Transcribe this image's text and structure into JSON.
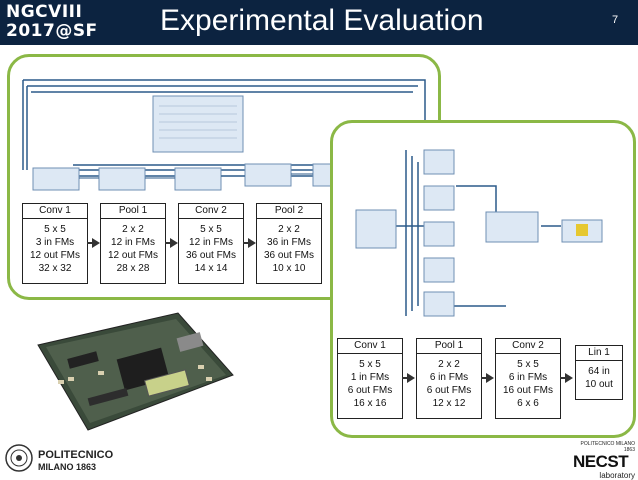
{
  "header": {
    "logo_line1": "NGCVIII",
    "logo_line2": "2017@SF",
    "title": "Experimental Evaluation",
    "page_number": "7"
  },
  "panel1": {
    "blocks": [
      {
        "title": "Conv 1",
        "lines": [
          "5 x 5",
          "3 in FMs",
          "12 out FMs",
          "32 x 32"
        ]
      },
      {
        "title": "Pool 1",
        "lines": [
          "2 x 2",
          "12 in FMs",
          "12 out FMs",
          "28 x 28"
        ]
      },
      {
        "title": "Conv 2",
        "lines": [
          "5 x 5",
          "12 in FMs",
          "36 out FMs",
          "14 x 14"
        ]
      },
      {
        "title": "Pool 2",
        "lines": [
          "2 x 2",
          "36 in FMs",
          "36 out FMs",
          "10 x 10"
        ]
      }
    ]
  },
  "panel2": {
    "blocks": [
      {
        "title": "Conv 1",
        "lines": [
          "5 x 5",
          "1 in FMs",
          "6 out FMs",
          "16 x 16"
        ]
      },
      {
        "title": "Pool 1",
        "lines": [
          "2 x 2",
          "6 in FMs",
          "6 out FMs",
          "12 x 12"
        ]
      },
      {
        "title": "Conv 2",
        "lines": [
          "5 x 5",
          "6 in FMs",
          "16 out FMs",
          "6 x 6"
        ]
      },
      {
        "title": "Lin 1",
        "lines": [
          "64 in",
          "10 out"
        ]
      }
    ]
  },
  "footer": {
    "left_logo_line1": "POLITECNICO",
    "left_logo_line2": "MILANO 1863",
    "right_logo_top": "POLITECNICO MILANO 1863",
    "right_logo_main": "NECST",
    "right_logo_sub": "laboratory"
  }
}
